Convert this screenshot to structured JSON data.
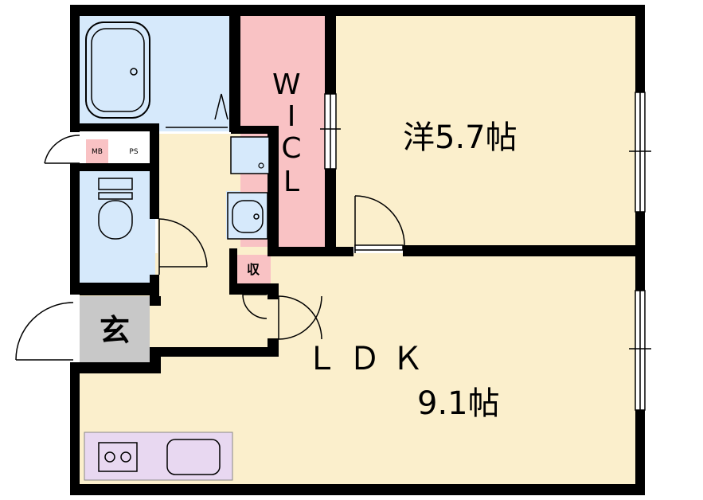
{
  "rooms": {
    "western_room": {
      "label": "洋5.7帖"
    },
    "wic": {
      "label_chars": [
        "W",
        "I",
        "C",
        "L"
      ]
    },
    "ldk": {
      "label": "ＬＤＫ",
      "size": "9.1帖"
    },
    "genkan": {
      "label": "玄"
    },
    "mb": {
      "label": "MB"
    },
    "ps": {
      "label": "PS"
    },
    "storage": {
      "label": "収"
    }
  },
  "colors": {
    "wall": "#000000",
    "room_floor": "#fbefcc",
    "wet_area": "#d6e9fb",
    "wic": "#f9c2c4",
    "genkan": "#c8c8c8",
    "kitchen": "#e8d8f1",
    "mb_box": "#f9c2c4"
  }
}
